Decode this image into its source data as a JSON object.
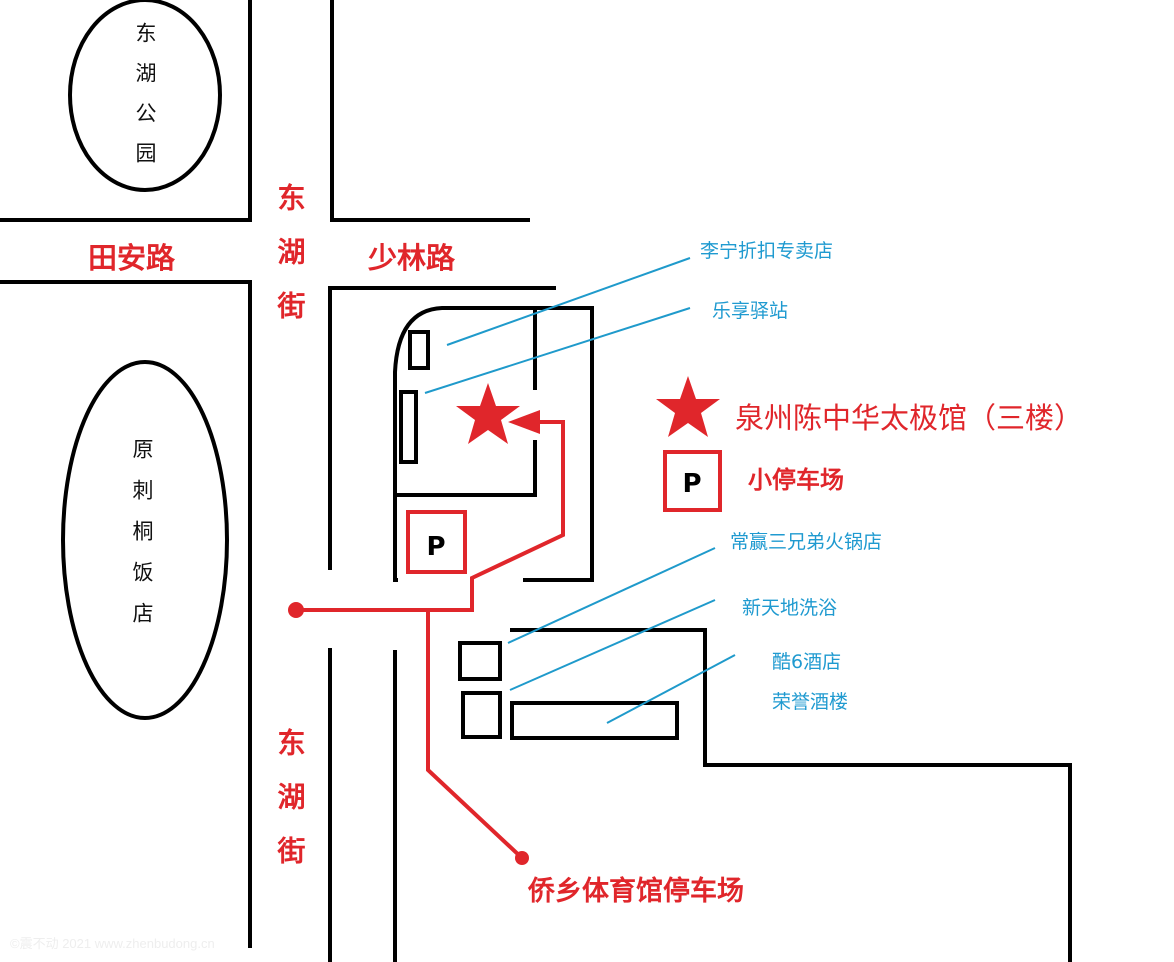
{
  "landmarks": {
    "park": "东湖公园",
    "old_restaurant": "原刺桐饭店"
  },
  "roads": {
    "tianan": "田安路",
    "shaolin": "少林路",
    "donghu_upper": "东湖街",
    "donghu_lower": "东湖街"
  },
  "destination": {
    "label": "泉州陈中华太极馆（三楼）",
    "icon": "star-icon"
  },
  "parking": {
    "small_lot_label": "小停车场",
    "sports_hall_lot_label": "侨乡体育馆停车场",
    "p_symbol": "P"
  },
  "shops": [
    "李宁折扣专卖店",
    "乐享驿站",
    "常赢三兄弟火锅店",
    "新天地洗浴",
    "酷6酒店",
    "荣誉酒楼"
  ],
  "watermark": "©震不动 2021 www.zhenbudong.cn",
  "colors": {
    "route": "#e0262b",
    "leader": "#1f9acb",
    "road": "#000000"
  }
}
